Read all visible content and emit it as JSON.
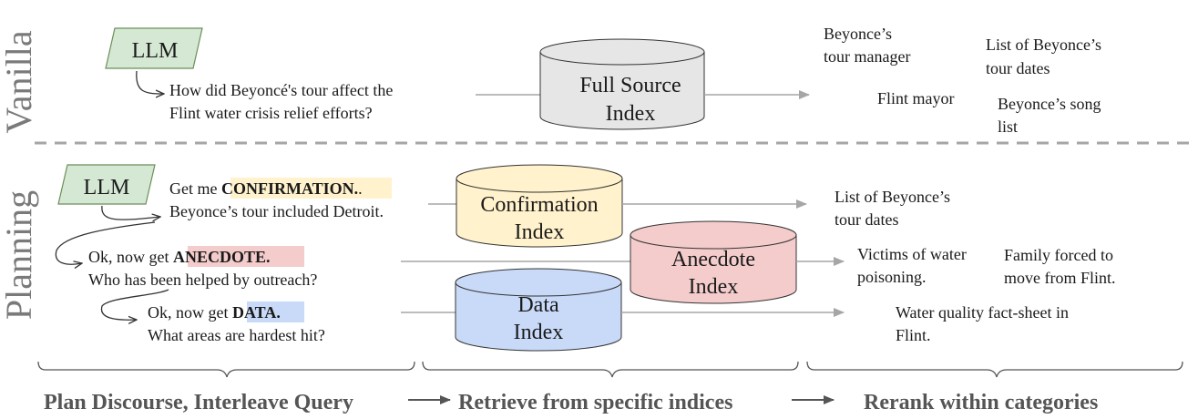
{
  "sections": {
    "vanilla": "Vanilla",
    "planning": "Planning"
  },
  "vanilla": {
    "llm": "LLM",
    "query_line1": "How did Beyoncé's tour affect the",
    "query_line2": "Flint water crisis relief efforts?",
    "index_line1": "Full Source",
    "index_line2": "Index",
    "results": {
      "r1_line1": "Beyonce’s",
      "r1_line2": "tour manager",
      "r2_line1": "List of Beyonce’s",
      "r2_line2": "tour dates",
      "r3": "Flint mayor",
      "r4_line1": "Beyonce’s song",
      "r4_line2": "list"
    }
  },
  "planning": {
    "llm": "LLM",
    "step1_prefix": "Get me ",
    "step1_tag": "CONFIRMATION.",
    "step1_suffix": ".",
    "step1_line2": "Beyonce’s tour included Detroit.",
    "step2_prefix": "Ok, now get ",
    "step2_tag": "ANECDOTE.",
    "step2_line2": "Who has been helped by outreach?",
    "step3_prefix": "Ok, now get ",
    "step3_tag": "DATA.",
    "step3_line2": "What areas are hardest hit?",
    "confirmation_index": {
      "line1": "Confirmation",
      "line2": "Index"
    },
    "anecdote_index": {
      "line1": "Anecdote",
      "line2": "Index"
    },
    "data_index": {
      "line1": "Data",
      "line2": "Index"
    },
    "results": {
      "c_line1": "List of Beyonce’s",
      "c_line2": "tour dates",
      "a1_line1": "Victims of water",
      "a1_line2": "poisoning.",
      "a2_line1": "Family forced to",
      "a2_line2": "move from Flint.",
      "d_line1": "Water quality fact-sheet in",
      "d_line2": "Flint."
    }
  },
  "footer": {
    "stage1": "Plan Discourse, Interleave Query",
    "stage2": "Retrieve from specific indices",
    "stage3": "Rerank within categories"
  },
  "colors": {
    "llm_fill": "#d5e8d4",
    "llm_stroke": "#6b8e5a",
    "full_fill": "#e6e6e6",
    "confirmation_fill": "#fff2cc",
    "anecdote_fill": "#f4cccc",
    "data_fill": "#c9daf8",
    "hl_confirmation": "#fff2cc",
    "hl_anecdote": "#f4cccc",
    "hl_data": "#c9daf8",
    "arrow": "#a6a6a6",
    "divider": "#a6a6a6"
  }
}
